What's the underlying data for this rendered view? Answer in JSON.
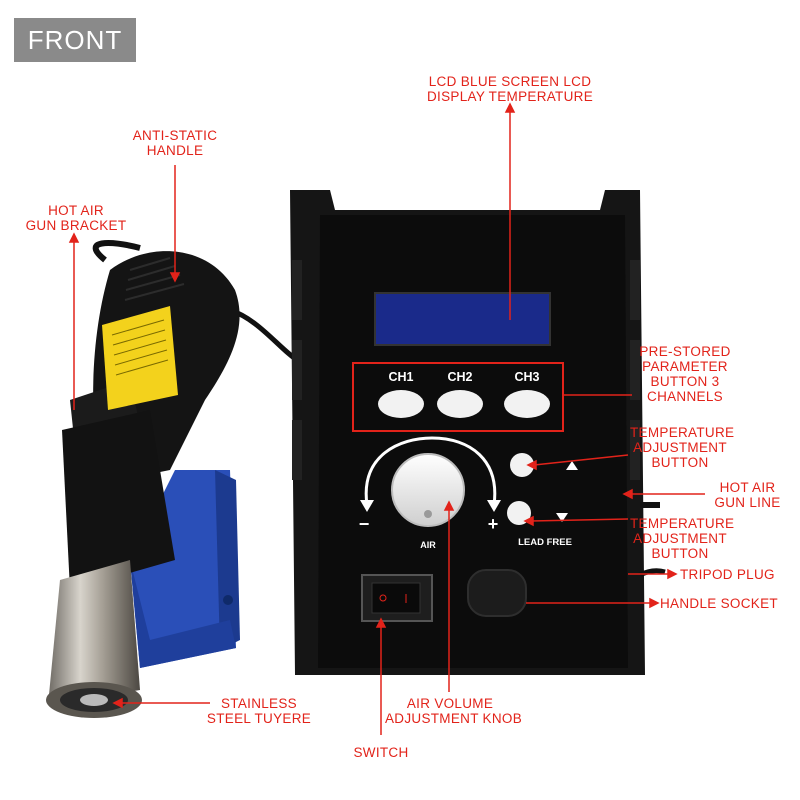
{
  "badge": "FRONT",
  "labels": {
    "lcd": [
      "LCD BLUE SCREEN LCD",
      "DISPLAY TEMPERATURE"
    ],
    "handle": [
      "ANTI-STATIC",
      "HANDLE"
    ],
    "bracket": [
      "HOT AIR",
      "GUN BRACKET"
    ],
    "preset": [
      "PRE-STORED",
      "PARAMETER",
      "BUTTON 3",
      "CHANNELS"
    ],
    "temp_up": [
      "TEMPERATURE",
      "ADJUSTMENT",
      "BUTTON"
    ],
    "gun_line": [
      "HOT AIR",
      "GUN LINE"
    ],
    "temp_down": [
      "TEMPERATURE",
      "ADJUSTMENT",
      "BUTTON"
    ],
    "tripod": "TRIPOD PLUG",
    "socket": "HANDLE SOCKET",
    "tuyere": [
      "STAINLESS",
      "STEEL TUYERE"
    ],
    "knob": [
      "AIR VOLUME",
      "ADJUSTMENT KNOB"
    ],
    "switch": "SWITCH"
  },
  "panel": {
    "ch1": "CH1",
    "ch2": "CH2",
    "ch3": "CH3",
    "air": "AIR",
    "minus": "−",
    "plus": "+",
    "lead_free": "LEAD FREE"
  },
  "colors": {
    "callout": "#e2231a",
    "station_body": "#111111",
    "lcd": "#1a2a8a",
    "bracket": "#2a4fb8"
  }
}
